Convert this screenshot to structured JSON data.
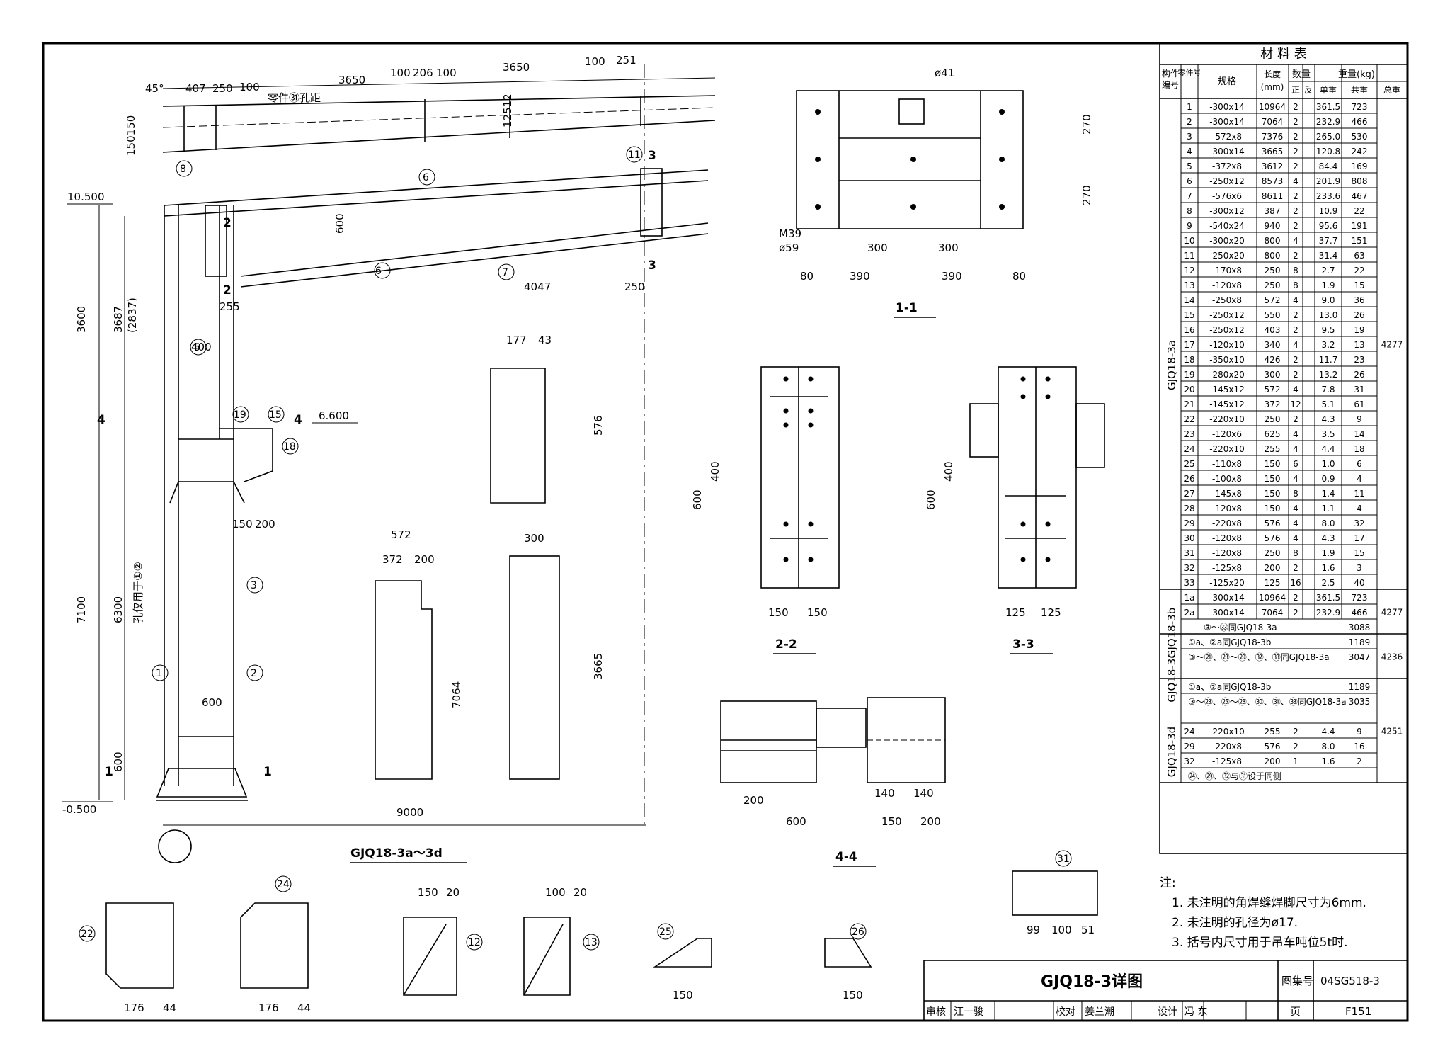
{
  "drawing": {
    "title": "GJQ18-3详图",
    "atlas_label": "图集号",
    "atlas_no": "04SG518-3",
    "page_label": "页",
    "page_no": "F151",
    "sign_row": [
      "审核",
      "汪一骏",
      "校对",
      "姜兰潮",
      "设计",
      "冯 东"
    ],
    "main_caption": "GJQ18-3a～3d",
    "sections": [
      "1-1",
      "2-2",
      "3-3",
      "4-4"
    ],
    "elevations": [
      "10.500",
      "6.600",
      "-0.500"
    ],
    "spacer_note": "零件㉛孔距",
    "hole_note": "孔仅用于①②"
  },
  "notes": {
    "heading": "注:",
    "items": [
      "1. 未注明的角焊缝焊脚尺寸为6mm.",
      "2. 未注明的孔径为ø17.",
      "3. 括号内尺寸用于吊车吨位5t时."
    ]
  },
  "material_table": {
    "title": "材    料    表",
    "headers": [
      "构件编号",
      "零件号",
      "规格",
      "长度(mm)",
      "数量",
      "重量(kg)"
    ],
    "sub_headers": [
      "正",
      "反",
      "单重",
      "共重",
      "总重"
    ],
    "groups": [
      {
        "name": "GJQ18-3a",
        "total": "4277",
        "rows": [
          [
            "1",
            "-300x14",
            "10964",
            "2",
            "",
            "361.5",
            "723"
          ],
          [
            "2",
            "-300x14",
            "7064",
            "2",
            "",
            "232.9",
            "466"
          ],
          [
            "3",
            "-572x8",
            "7376",
            "2",
            "",
            "265.0",
            "530"
          ],
          [
            "4",
            "-300x14",
            "3665",
            "2",
            "",
            "120.8",
            "242"
          ],
          [
            "5",
            "-372x8",
            "3612",
            "2",
            "",
            "84.4",
            "169"
          ],
          [
            "6",
            "-250x12",
            "8573",
            "4",
            "",
            "201.9",
            "808"
          ],
          [
            "7",
            "-576x6",
            "8611",
            "2",
            "",
            "233.6",
            "467"
          ],
          [
            "8",
            "-300x12",
            "387",
            "2",
            "",
            "10.9",
            "22"
          ],
          [
            "9",
            "-540x24",
            "940",
            "2",
            "",
            "95.6",
            "191"
          ],
          [
            "10",
            "-300x20",
            "800",
            "4",
            "",
            "37.7",
            "151"
          ],
          [
            "11",
            "-250x20",
            "800",
            "2",
            "",
            "31.4",
            "63"
          ],
          [
            "12",
            "-170x8",
            "250",
            "8",
            "",
            "2.7",
            "22"
          ],
          [
            "13",
            "-120x8",
            "250",
            "8",
            "",
            "1.9",
            "15"
          ],
          [
            "14",
            "-250x8",
            "572",
            "4",
            "",
            "9.0",
            "36"
          ],
          [
            "15",
            "-250x12",
            "550",
            "2",
            "",
            "13.0",
            "26"
          ],
          [
            "16",
            "-250x12",
            "403",
            "2",
            "",
            "9.5",
            "19"
          ],
          [
            "17",
            "-120x10",
            "340",
            "4",
            "",
            "3.2",
            "13"
          ],
          [
            "18",
            "-350x10",
            "426",
            "2",
            "",
            "11.7",
            "23"
          ],
          [
            "19",
            "-280x20",
            "300",
            "2",
            "",
            "13.2",
            "26"
          ],
          [
            "20",
            "-145x12",
            "572",
            "4",
            "",
            "7.8",
            "31"
          ],
          [
            "21",
            "-145x12",
            "372",
            "12",
            "",
            "5.1",
            "61"
          ],
          [
            "22",
            "-220x10",
            "250",
            "2",
            "",
            "4.3",
            "9"
          ],
          [
            "23",
            "-120x6",
            "625",
            "4",
            "",
            "3.5",
            "14"
          ],
          [
            "24",
            "-220x10",
            "255",
            "4",
            "",
            "4.4",
            "18"
          ],
          [
            "25",
            "-110x8",
            "150",
            "6",
            "",
            "1.0",
            "6"
          ],
          [
            "26",
            "-100x8",
            "150",
            "4",
            "",
            "0.9",
            "4"
          ],
          [
            "27",
            "-145x8",
            "150",
            "8",
            "",
            "1.4",
            "11"
          ],
          [
            "28",
            "-120x8",
            "150",
            "4",
            "",
            "1.1",
            "4"
          ],
          [
            "29",
            "-220x8",
            "576",
            "4",
            "",
            "8.0",
            "32"
          ],
          [
            "30",
            "-120x8",
            "576",
            "4",
            "",
            "4.3",
            "17"
          ],
          [
            "31",
            "-120x8",
            "250",
            "8",
            "",
            "1.9",
            "15"
          ],
          [
            "32",
            "-125x8",
            "200",
            "2",
            "",
            "1.6",
            "3"
          ],
          [
            "33",
            "-125x20",
            "125",
            "16",
            "",
            "2.5",
            "40"
          ]
        ]
      },
      {
        "name": "GJQ18-3b",
        "total": "4277",
        "rows": [
          [
            "1a",
            "-300x14",
            "10964",
            "2",
            "",
            "361.5",
            "723"
          ],
          [
            "2a",
            "-300x14",
            "7064",
            "2",
            "",
            "232.9",
            "466"
          ]
        ],
        "note": "③～㉝同GJQ18-3a",
        "note_weight": "3088"
      },
      {
        "name": "GJQ18-3c",
        "total": "4236",
        "lines": [
          [
            "①a、②a同GJQ18-3b",
            "1189"
          ],
          [
            "③～㉑、㉓～㉙、㉜、㉝同GJQ18-3a",
            "3047"
          ]
        ]
      },
      {
        "name": "GJQ18-3d",
        "total": "4251",
        "lines": [
          [
            "①a、②a同GJQ18-3b",
            "1189"
          ],
          [
            "③～㉓、㉕～㉘、㉚、㉛、㉝同GJQ18-3a",
            "3035"
          ]
        ],
        "rows": [
          [
            "24",
            "-220x10",
            "255",
            "2",
            "",
            "4.4",
            "9"
          ],
          [
            "29",
            "-220x8",
            "576",
            "2",
            "",
            "8.0",
            "16"
          ],
          [
            "32",
            "-125x8",
            "200",
            "1",
            "",
            "1.6",
            "2"
          ]
        ],
        "tail": "㉔、㉙、㉜与㉛设于同侧"
      }
    ]
  }
}
